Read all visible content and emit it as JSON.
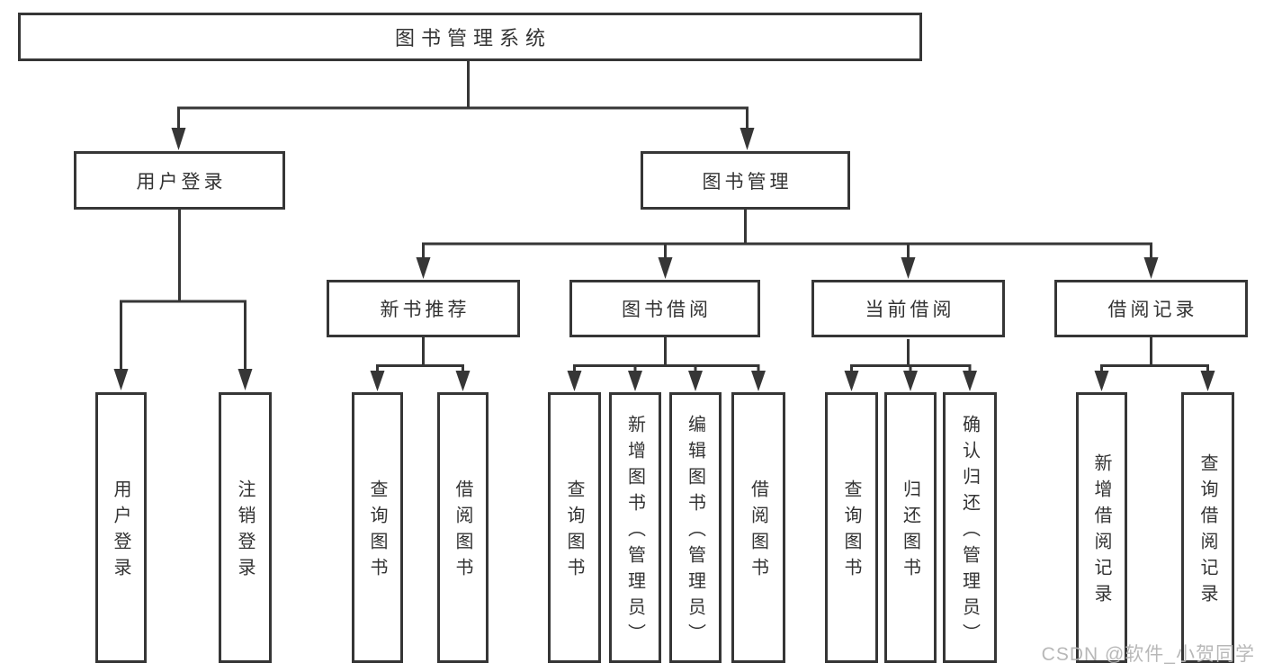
{
  "tree": {
    "root": "图书管理系统",
    "level1": [
      {
        "label": "用户登录"
      },
      {
        "label": "图书管理"
      }
    ],
    "level2": [
      {
        "label": "新书推荐"
      },
      {
        "label": "图书借阅"
      },
      {
        "label": "当前借阅"
      },
      {
        "label": "借阅记录"
      }
    ],
    "leaves": {
      "user_login": [
        "用户登录",
        "注销登录"
      ],
      "new_books": [
        "查询图书",
        "借阅图书"
      ],
      "book_borrow": [
        "查询图书",
        "新增图书（管理员）",
        "编辑图书（管理员）",
        "借阅图书"
      ],
      "current_borrow": [
        "查询图书",
        "归还图书",
        "确认归还（管理员）"
      ],
      "borrow_records": [
        "新增借阅记录",
        "查询借阅记录"
      ]
    }
  },
  "watermark": "CSDN @软件_小贺同学",
  "colors": {
    "line": "#363636",
    "text": "#333333",
    "background": "#ffffff",
    "watermark": "#b5b5b5"
  }
}
